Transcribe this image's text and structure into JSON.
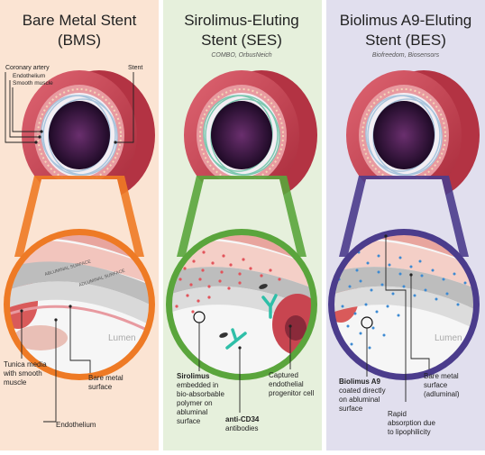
{
  "colors": {
    "panel_bms": "#fbe4d3",
    "panel_ses": "#e6f0dc",
    "panel_bes": "#e1dfee",
    "ring_bms": "#ee7a25",
    "ring_ses": "#5aa53c",
    "ring_bes": "#4b3c8c",
    "vessel": "#c8414f",
    "dark_lumen": "#2a0f32",
    "drug_red": "#e2545b",
    "drug_blue": "#3d8ad2",
    "antibody": "#2fbfa8"
  },
  "panels": {
    "bms": {
      "title_line1": "Bare Metal Stent",
      "title_line2": "(BMS)",
      "label_coronary": "Coronary artery",
      "label_endothelium": "Endothelium",
      "label_smooth": "Smooth muscle",
      "label_stent": "Stent",
      "label_abluminal": "ABLUMINAL SURFACE",
      "label_adluminal": "ADLUMINAL SURFACE",
      "label_lumen": "Lumen",
      "callout_tunica_1": "Tunica media",
      "callout_tunica_2": "with smooth",
      "callout_tunica_3": "muscle",
      "callout_endothelium": "Endothelium",
      "callout_bare_1": "Bare metal",
      "callout_bare_2": "surface"
    },
    "ses": {
      "title_line1": "Sirolimus-Eluting",
      "title_line2": "Stent (SES)",
      "subtitle": "COMBO, OrbusNeich",
      "callout_sirolimus_bold": "Sirolimus",
      "callout_sirolimus_2": "embedded in",
      "callout_sirolimus_3": "bio-absorbable",
      "callout_sirolimus_4": "polymer on",
      "callout_sirolimus_5": "abluminal",
      "callout_sirolimus_6": "surface",
      "callout_cd34_bold": "anti-CD34",
      "callout_cd34_2": "antibodies",
      "callout_captured_1": "Captured",
      "callout_captured_2": "endothelial",
      "callout_captured_3": "progenitor cell"
    },
    "bes": {
      "title_line1": "Biolimus A9-Eluting",
      "title_line2": "Stent (BES)",
      "subtitle": "Biofreedom, Biosensors",
      "label_lumen": "Lumen",
      "callout_biolimus_bold": "Biolimus A9",
      "callout_biolimus_2": "coated directly",
      "callout_biolimus_3": "on abluminal",
      "callout_biolimus_4": "surface",
      "callout_rapid_1": "Rapid",
      "callout_rapid_2": "absorption due",
      "callout_rapid_3": "to lipophilicity",
      "callout_bare_1": "Bare metal",
      "callout_bare_2": "surface",
      "callout_bare_3": "(adluminal)"
    }
  }
}
